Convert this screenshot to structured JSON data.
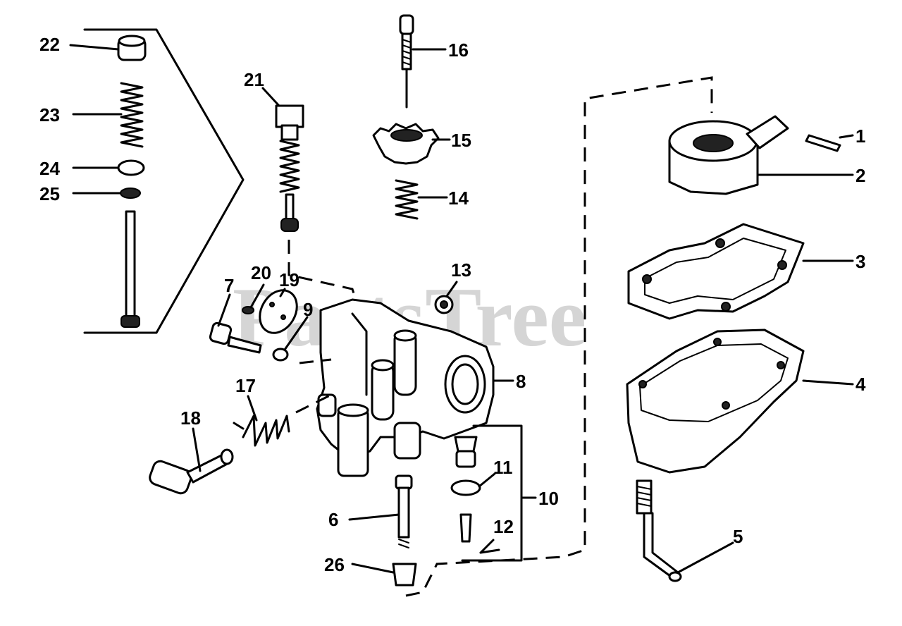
{
  "watermark": "PartsTree",
  "callouts": [
    "1",
    "2",
    "3",
    "4",
    "5",
    "6",
    "7",
    "8",
    "9",
    "10",
    "11",
    "12",
    "13",
    "14",
    "15",
    "16",
    "17",
    "18",
    "19",
    "20",
    "21",
    "22",
    "23",
    "24",
    "25",
    "26"
  ]
}
